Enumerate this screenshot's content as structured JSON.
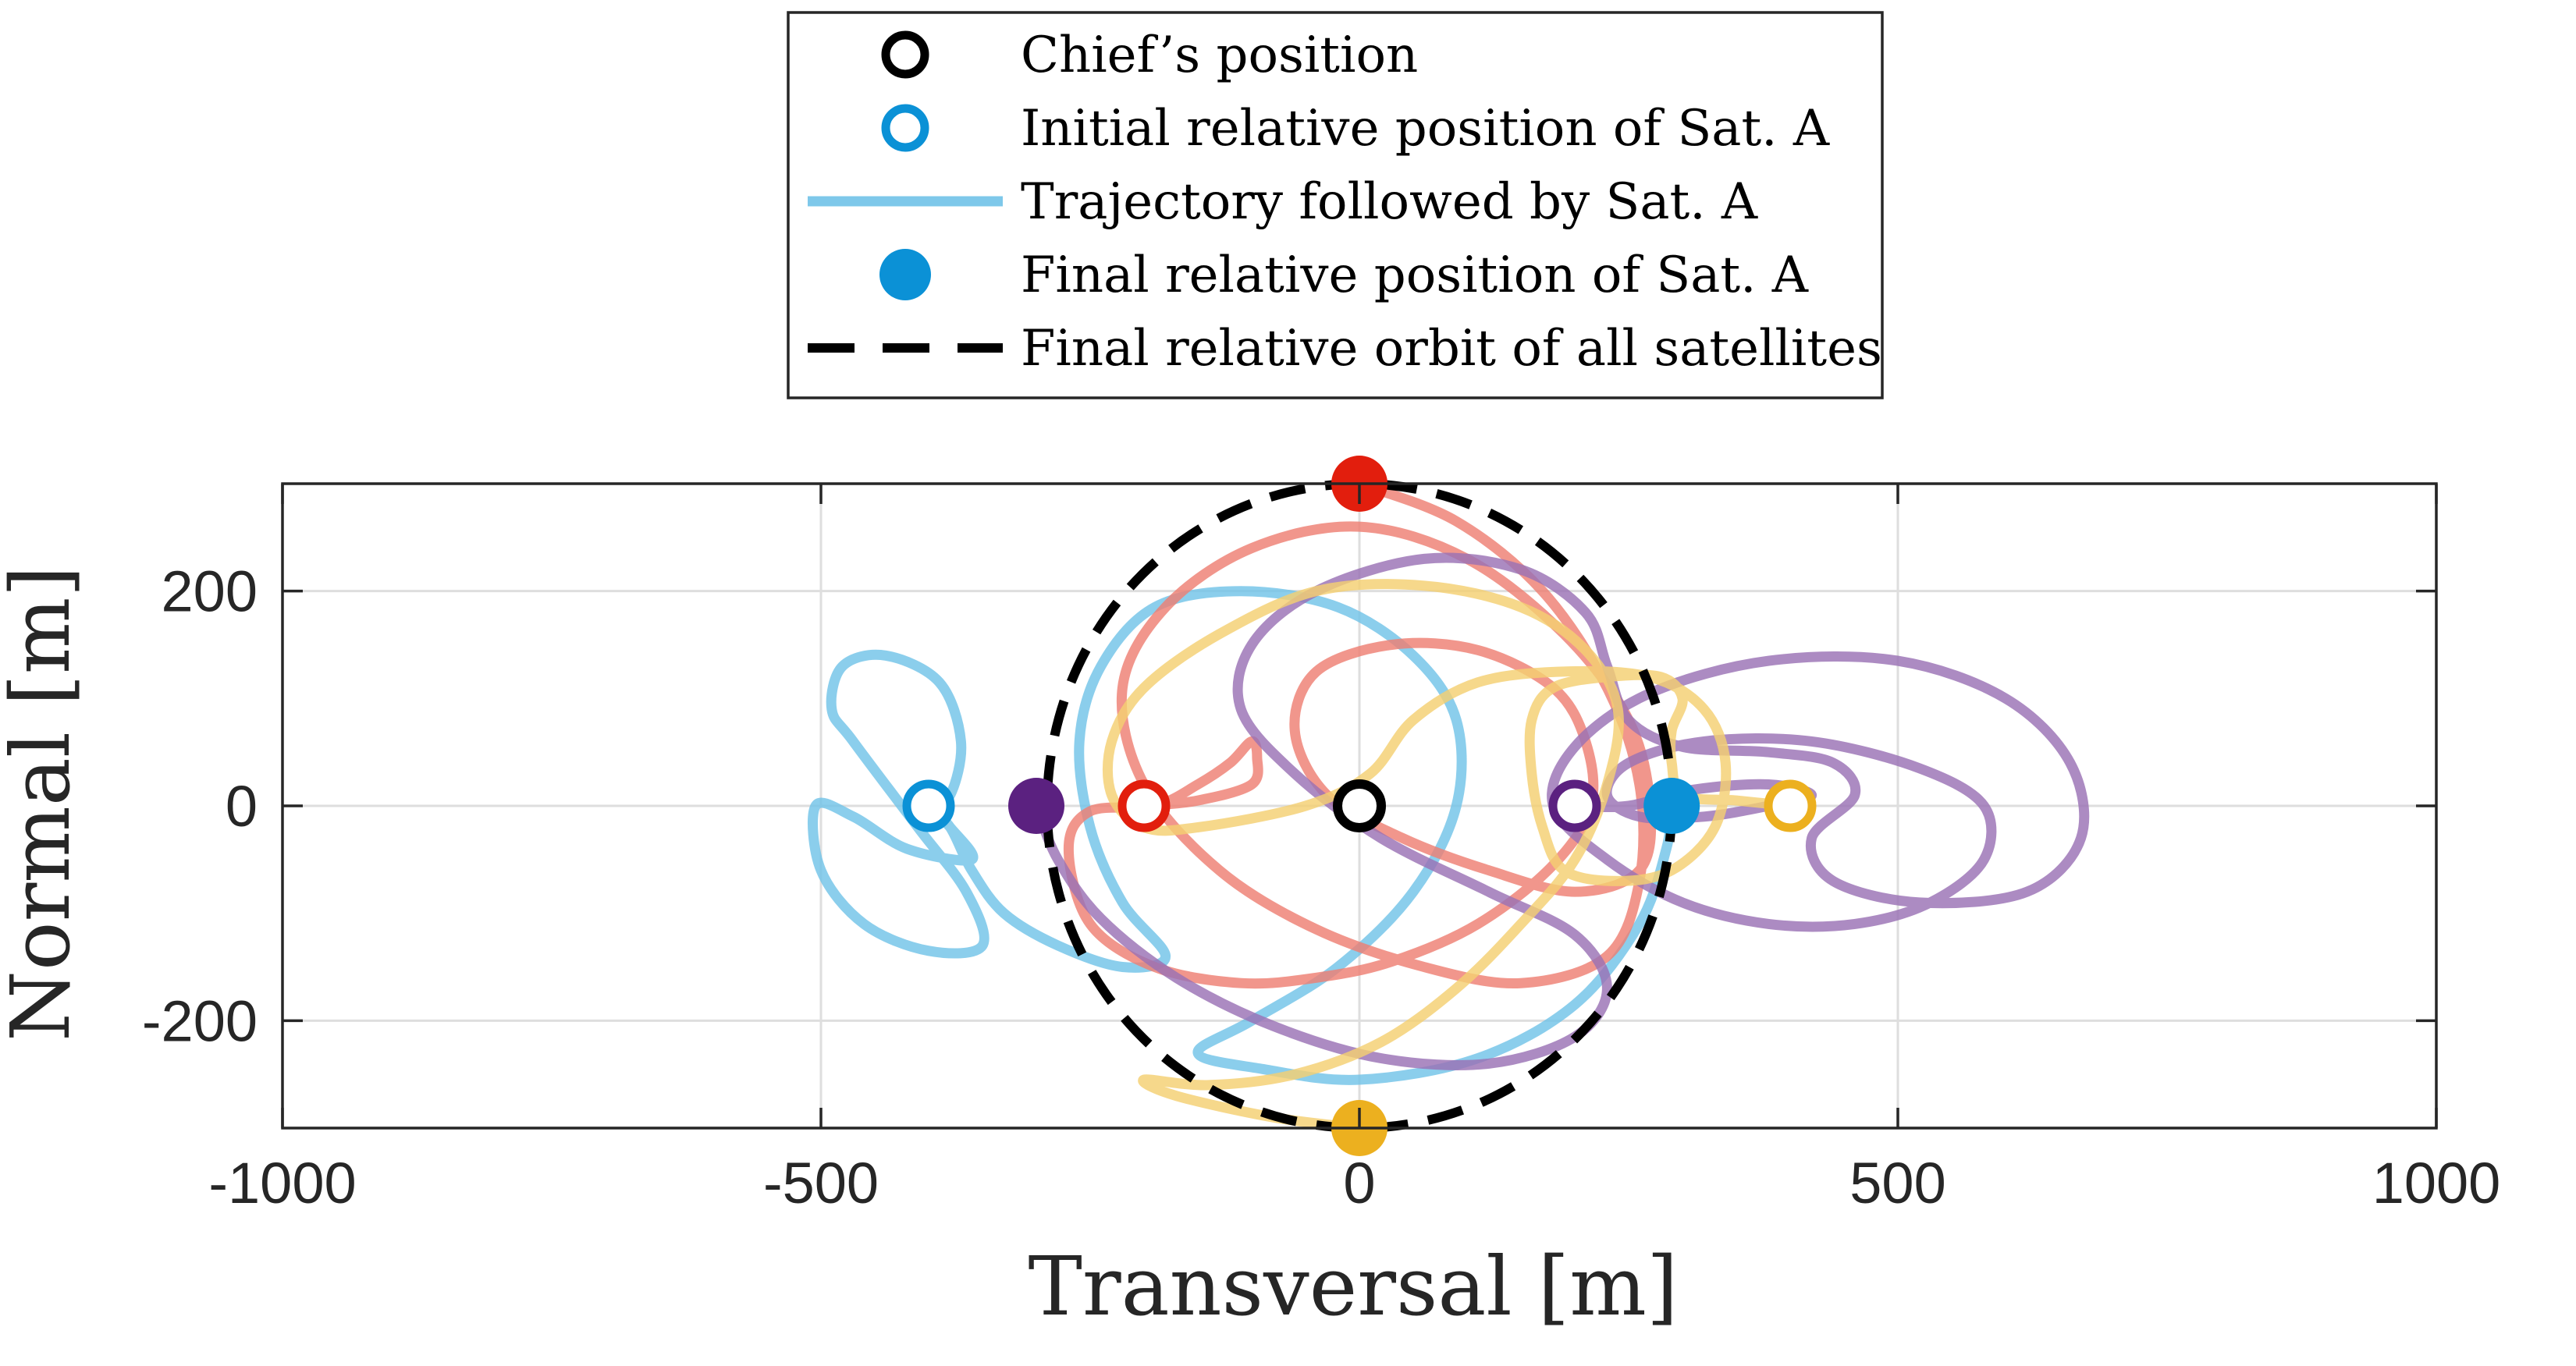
{
  "chart_data": {
    "type": "line",
    "xlabel": "Transversal [m]",
    "ylabel": "Normal [m]",
    "xlim": [
      -1000,
      1000
    ],
    "ylim": [
      -300,
      300
    ],
    "xticks": [
      -1000,
      -500,
      0,
      500,
      1000
    ],
    "yticks": [
      200,
      0,
      -200
    ],
    "xtick_labels": [
      "-1000",
      "-500",
      "0",
      "500",
      "1000"
    ],
    "ytick_labels": [
      "200",
      "0",
      "-200"
    ],
    "grid": true,
    "legend": {
      "placement": "top-center",
      "entries": [
        {
          "label": "Chief’s position",
          "marker": "open-circle",
          "color": "#000000"
        },
        {
          "label": "Initial relative position of Sat. A",
          "marker": "open-circle",
          "color": "#0b91d6"
        },
        {
          "label": "Trajectory followed by Sat. A",
          "marker": "line",
          "color": "#7ec8ea"
        },
        {
          "label": "Final relative position of Sat. A",
          "marker": "filled-circle",
          "color": "#0b91d6"
        },
        {
          "label": "Final relative orbit of all satellites",
          "marker": "dashed-line",
          "color": "#000000"
        }
      ]
    },
    "chief": {
      "x": 0,
      "y": 0,
      "color": "#000000"
    },
    "final_orbit": {
      "center": [
        0,
        0
      ],
      "transversal_radius": 290,
      "normal_radius": 300,
      "style": "dashed",
      "color": "#000000"
    },
    "series": [
      {
        "color": "#0b91d6",
        "trajectory_color": "#72c3e8",
        "initial": [
          -400,
          0
        ],
        "final": [
          290,
          0
        ],
        "trajectory": [
          [
            -400,
            0
          ],
          [
            -380,
            -20
          ],
          [
            -360,
            -50
          ],
          [
            -420,
            -40
          ],
          [
            -470,
            -10
          ],
          [
            -505,
            0
          ],
          [
            -500,
            -60
          ],
          [
            -460,
            -110
          ],
          [
            -400,
            -135
          ],
          [
            -350,
            -130
          ],
          [
            -365,
            -80
          ],
          [
            -410,
            -20
          ],
          [
            -470,
            60
          ],
          [
            -490,
            90
          ],
          [
            -480,
            130
          ],
          [
            -440,
            140
          ],
          [
            -390,
            115
          ],
          [
            -370,
            60
          ],
          [
            -380,
            10
          ],
          [
            -400,
            0
          ],
          [
            -380,
            -20
          ],
          [
            -360,
            -60
          ],
          [
            -330,
            -100
          ],
          [
            -280,
            -130
          ],
          [
            -220,
            -150
          ],
          [
            -180,
            -140
          ],
          [
            -220,
            -90
          ],
          [
            -250,
            -20
          ],
          [
            -260,
            60
          ],
          [
            -240,
            130
          ],
          [
            -190,
            185
          ],
          [
            -110,
            200
          ],
          [
            -20,
            185
          ],
          [
            50,
            140
          ],
          [
            90,
            80
          ],
          [
            90,
            0
          ],
          [
            50,
            -80
          ],
          [
            -20,
            -150
          ],
          [
            -100,
            -200
          ],
          [
            -150,
            -230
          ],
          [
            -90,
            -245
          ],
          [
            0,
            -255
          ],
          [
            110,
            -235
          ],
          [
            200,
            -185
          ],
          [
            260,
            -110
          ],
          [
            285,
            -40
          ],
          [
            290,
            0
          ]
        ]
      },
      {
        "color": "#e21e0d",
        "trajectory_color": "#ee7f73",
        "initial": [
          -200,
          0
        ],
        "final": [
          0,
          300
        ],
        "trajectory": [
          [
            -200,
            0
          ],
          [
            -150,
            5
          ],
          [
            -100,
            20
          ],
          [
            -95,
            45
          ],
          [
            -100,
            60
          ],
          [
            -120,
            40
          ],
          [
            -150,
            20
          ],
          [
            -190,
            0
          ],
          [
            -250,
            -5
          ],
          [
            -270,
            -40
          ],
          [
            -250,
            -110
          ],
          [
            -190,
            -150
          ],
          [
            -110,
            -165
          ],
          [
            -40,
            -160
          ],
          [
            30,
            -145
          ],
          [
            110,
            -110
          ],
          [
            180,
            -55
          ],
          [
            215,
            0
          ],
          [
            210,
            60
          ],
          [
            180,
            110
          ],
          [
            110,
            145
          ],
          [
            30,
            150
          ],
          [
            -40,
            125
          ],
          [
            -60,
            70
          ],
          [
            -30,
            10
          ],
          [
            40,
            -30
          ],
          [
            120,
            -60
          ],
          [
            200,
            -80
          ],
          [
            260,
            -60
          ],
          [
            270,
            0
          ],
          [
            250,
            80
          ],
          [
            190,
            160
          ],
          [
            100,
            230
          ],
          [
            0,
            260
          ],
          [
            -100,
            240
          ],
          [
            -180,
            185
          ],
          [
            -220,
            110
          ],
          [
            -200,
            20
          ],
          [
            -130,
            -60
          ],
          [
            -40,
            -115
          ],
          [
            60,
            -150
          ],
          [
            150,
            -165
          ],
          [
            230,
            -140
          ],
          [
            260,
            -70
          ],
          [
            260,
            20
          ],
          [
            230,
            110
          ],
          [
            170,
            200
          ],
          [
            90,
            265
          ],
          [
            0,
            300
          ]
        ]
      },
      {
        "color": "#5b2180",
        "trajectory_color": "#9a72b5",
        "initial": [
          200,
          0
        ],
        "final": [
          -300,
          0
        ],
        "trajectory": [
          [
            200,
            0
          ],
          [
            250,
            0
          ],
          [
            310,
            15
          ],
          [
            380,
            20
          ],
          [
            420,
            10
          ],
          [
            380,
            0
          ],
          [
            320,
            -10
          ],
          [
            260,
            -10
          ],
          [
            230,
            10
          ],
          [
            250,
            40
          ],
          [
            320,
            60
          ],
          [
            420,
            60
          ],
          [
            520,
            35
          ],
          [
            580,
            0
          ],
          [
            580,
            -50
          ],
          [
            530,
            -90
          ],
          [
            460,
            -110
          ],
          [
            380,
            -110
          ],
          [
            300,
            -90
          ],
          [
            230,
            -50
          ],
          [
            180,
            0
          ],
          [
            200,
            55
          ],
          [
            270,
            105
          ],
          [
            380,
            135
          ],
          [
            500,
            135
          ],
          [
            600,
            100
          ],
          [
            660,
            40
          ],
          [
            670,
            -30
          ],
          [
            620,
            -80
          ],
          [
            520,
            -90
          ],
          [
            440,
            -70
          ],
          [
            420,
            -30
          ],
          [
            460,
            10
          ],
          [
            440,
            40
          ],
          [
            380,
            50
          ],
          [
            300,
            55
          ],
          [
            250,
            80
          ],
          [
            230,
            130
          ],
          [
            210,
            180
          ],
          [
            150,
            220
          ],
          [
            60,
            230
          ],
          [
            -40,
            200
          ],
          [
            -100,
            150
          ],
          [
            -110,
            90
          ],
          [
            -60,
            30
          ],
          [
            20,
            -30
          ],
          [
            120,
            -80
          ],
          [
            200,
            -120
          ],
          [
            230,
            -170
          ],
          [
            200,
            -215
          ],
          [
            120,
            -240
          ],
          [
            20,
            -235
          ],
          [
            -80,
            -205
          ],
          [
            -170,
            -160
          ],
          [
            -240,
            -105
          ],
          [
            -280,
            -50
          ],
          [
            -300,
            0
          ]
        ]
      },
      {
        "color": "#ecb01f",
        "trajectory_color": "#f4cf72",
        "initial": [
          400,
          0
        ],
        "final": [
          0,
          -300
        ],
        "trajectory": [
          [
            400,
            0
          ],
          [
            350,
            5
          ],
          [
            300,
            10
          ],
          [
            290,
            40
          ],
          [
            290,
            70
          ],
          [
            300,
            100
          ],
          [
            280,
            120
          ],
          [
            230,
            120
          ],
          [
            180,
            110
          ],
          [
            160,
            80
          ],
          [
            160,
            30
          ],
          [
            170,
            -20
          ],
          [
            190,
            -60
          ],
          [
            240,
            -70
          ],
          [
            290,
            -60
          ],
          [
            330,
            -20
          ],
          [
            340,
            40
          ],
          [
            320,
            90
          ],
          [
            270,
            120
          ],
          [
            190,
            125
          ],
          [
            110,
            115
          ],
          [
            50,
            80
          ],
          [
            10,
            30
          ],
          [
            -50,
            0
          ],
          [
            -150,
            -20
          ],
          [
            -200,
            -20
          ],
          [
            -230,
            10
          ],
          [
            -230,
            60
          ],
          [
            -200,
            110
          ],
          [
            -130,
            160
          ],
          [
            -40,
            200
          ],
          [
            60,
            205
          ],
          [
            150,
            185
          ],
          [
            210,
            145
          ],
          [
            240,
            90
          ],
          [
            230,
            20
          ],
          [
            200,
            -50
          ],
          [
            150,
            -110
          ],
          [
            90,
            -170
          ],
          [
            20,
            -220
          ],
          [
            -60,
            -250
          ],
          [
            -140,
            -260
          ],
          [
            -200,
            -255
          ],
          [
            -170,
            -270
          ],
          [
            -80,
            -290
          ],
          [
            0,
            -300
          ]
        ]
      }
    ]
  }
}
